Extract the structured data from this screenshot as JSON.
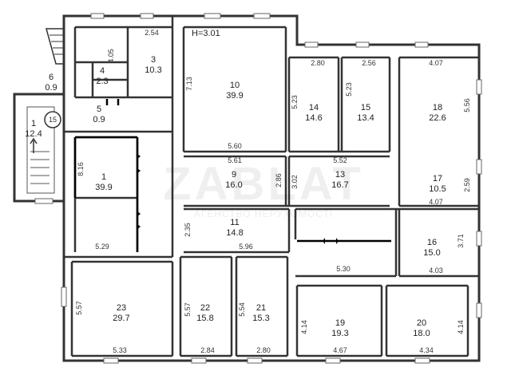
{
  "ceiling_label": "H=3.01",
  "watermark": {
    "main": "ZABLAT",
    "sub": "АГЕНСТВО НЕРУХОМОСТІ"
  },
  "rooms": [
    {
      "num": "1",
      "area": "39.9"
    },
    {
      "num": "1",
      "area": "12.4"
    },
    {
      "num": "3",
      "area": "10.3"
    },
    {
      "num": "4",
      "area": "2.3"
    },
    {
      "num": "5",
      "area": "0.9"
    },
    {
      "num": "6",
      "area": "0.9"
    },
    {
      "num": "9",
      "area": "16.0"
    },
    {
      "num": "10",
      "area": "39.9"
    },
    {
      "num": "11",
      "area": "14.8"
    },
    {
      "num": "13",
      "area": "16.7"
    },
    {
      "num": "14",
      "area": "14.6"
    },
    {
      "num": "15",
      "area": "13.4"
    },
    {
      "num": "16",
      "area": "15.0"
    },
    {
      "num": "17",
      "area": "10.5"
    },
    {
      "num": "18",
      "area": "22.6"
    },
    {
      "num": "19",
      "area": "19.3"
    },
    {
      "num": "20",
      "area": "18.0"
    },
    {
      "num": "21",
      "area": "15.3"
    },
    {
      "num": "22",
      "area": "15.8"
    },
    {
      "num": "23",
      "area": "29.7"
    }
  ],
  "stair_badge": "15",
  "dimensions": [
    "2.54",
    "4.05",
    "7.13",
    "2.80",
    "2.56",
    "4.07",
    "5.23",
    "5.23",
    "5.56",
    "5.60",
    "5.61",
    "5.52",
    "8.16",
    "2.86",
    "3.02",
    "2.59",
    "4.07",
    "2.35",
    "5.96",
    "5.29",
    "5.30",
    "3.71",
    "4.03",
    "5.57",
    "5.57",
    "5.54",
    "4.14",
    "4.14",
    "5.33",
    "2.84",
    "2.80",
    "4.67",
    "4.34"
  ]
}
